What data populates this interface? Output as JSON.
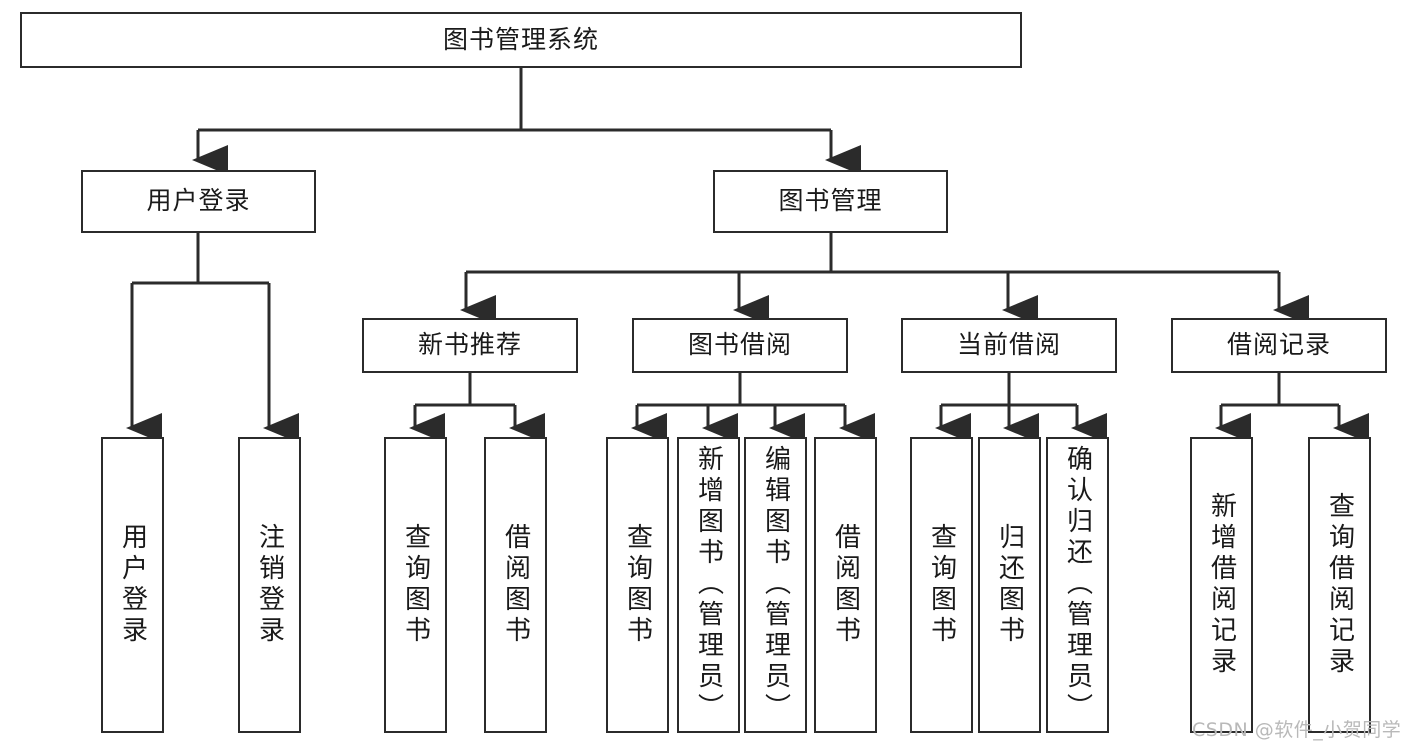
{
  "diagram": {
    "title": "图书管理系统",
    "watermark": "CSDN @软件_小贺同学",
    "colors": {
      "stroke": "#2b2b2b",
      "fill": "#ffffff",
      "text": "#1a1a1a",
      "watermark": "#b9b9b9"
    },
    "nodes": {
      "root": {
        "label": "图书管理系统"
      },
      "tier1": [
        {
          "label": "用户登录"
        },
        {
          "label": "图书管理"
        }
      ],
      "tier2": [
        {
          "label": "新书推荐"
        },
        {
          "label": "图书借阅"
        },
        {
          "label": "当前借阅"
        },
        {
          "label": "借阅记录"
        }
      ],
      "leaves_user_login": [
        {
          "label": "用户登录"
        },
        {
          "label": "注销登录"
        }
      ],
      "leaves_new_book": [
        {
          "label": "查询图书"
        },
        {
          "label": "借阅图书"
        }
      ],
      "leaves_borrow": [
        {
          "label": "查询图书"
        },
        {
          "label": "新增图书（管理员）"
        },
        {
          "label": "编辑图书（管理员）"
        },
        {
          "label": "借阅图书"
        }
      ],
      "leaves_current": [
        {
          "label": "查询图书"
        },
        {
          "label": "归还图书"
        },
        {
          "label": "确认归还（管理员）"
        }
      ],
      "leaves_record": [
        {
          "label": "新增借阅记录"
        },
        {
          "label": "查询借阅记录"
        }
      ]
    }
  }
}
